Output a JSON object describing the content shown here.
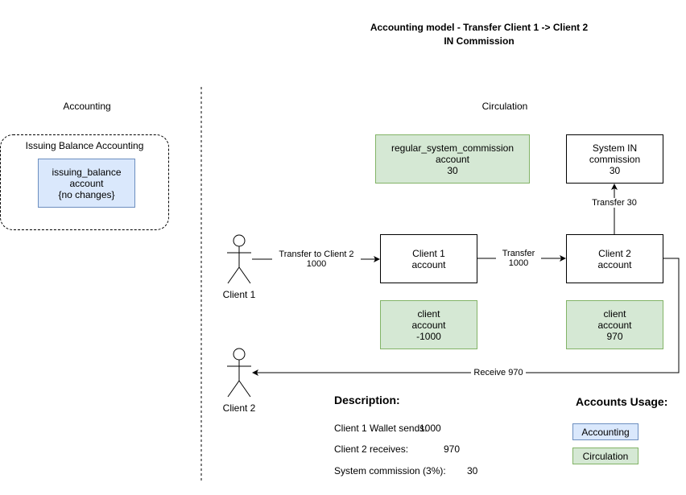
{
  "title": {
    "line1": "Accounting model - Transfer Client 1 -> Client 2",
    "line2": "IN Commission"
  },
  "sections": {
    "accounting": "Accounting",
    "circulation": "Circulation"
  },
  "issuing_group": {
    "label": "Issuing Balance Accounting",
    "box": {
      "line1": "issuing_balance",
      "line2": "account",
      "line3": "{no changes}"
    }
  },
  "commission_box": {
    "line1": "regular_system_commission",
    "line2": "account",
    "line3": "30"
  },
  "system_in_box": {
    "line1": "System IN",
    "line2": "commission",
    "line3": "30"
  },
  "client1_account": {
    "line1": "Client 1",
    "line2": "account"
  },
  "client2_account": {
    "line1": "Client 2",
    "line2": "account"
  },
  "client1_balance": {
    "line1": "client",
    "line2": "account",
    "line3": "-1000"
  },
  "client2_balance": {
    "line1": "client",
    "line2": "account",
    "line3": "970"
  },
  "actors": {
    "client1": "Client 1",
    "client2": "Client 2"
  },
  "edges": {
    "transfer_to_client2": {
      "line1": "Transfer to Client 2",
      "line2": "1000"
    },
    "transfer_1000": {
      "line1": "Transfer",
      "line2": "1000"
    },
    "transfer_30": "Transfer 30",
    "receive_970": "Receive 970"
  },
  "description": {
    "heading": "Description:",
    "rows": [
      {
        "label": "Client 1 Wallet sends:",
        "value": "1000"
      },
      {
        "label": "Client 2 receives:",
        "value": "970"
      },
      {
        "label": "System commission (3%):",
        "value": "30"
      }
    ]
  },
  "usage": {
    "heading": "Accounts Usage:",
    "accounting": "Accounting",
    "circulation": "Circulation"
  },
  "colors": {
    "green_fill": "#d5e8d4",
    "green_stroke": "#82b366",
    "blue_fill": "#dae8fc",
    "blue_stroke": "#6c8ebf"
  }
}
